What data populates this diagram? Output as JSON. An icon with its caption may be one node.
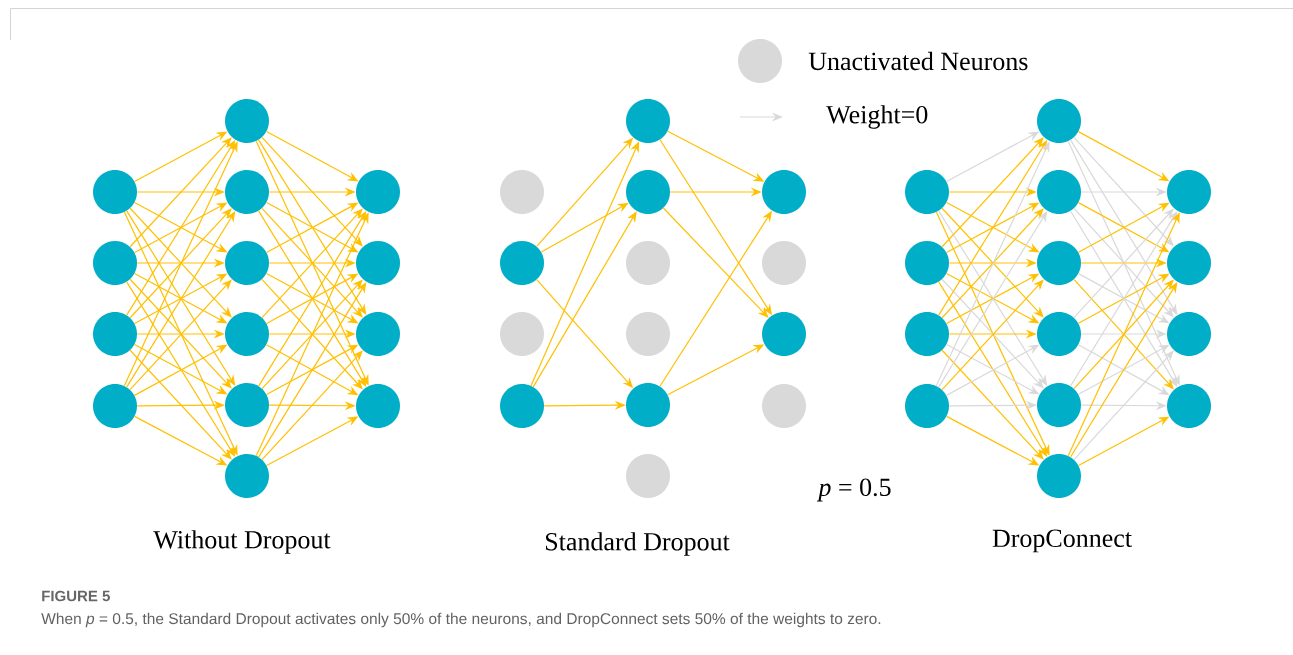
{
  "diagram": {
    "title": "FIGURE 5",
    "caption": "When *p* = 0.5, the Standard Dropout activates only 50% of the neurons, and DropConnect sets 50% of the weights to zero.",
    "nodes": [
      {
        "text": [],
        "shape": "circle"
      },
      {
        "text": [],
        "shape": "circle"
      },
      {
        "text": [],
        "shape": "circle"
      },
      {
        "text": [],
        "shape": "circle"
      },
      {
        "text": [],
        "shape": "circle"
      },
      {
        "text": [],
        "shape": "circle"
      },
      {
        "text": [],
        "shape": "circle"
      },
      {
        "text": [],
        "shape": "circle"
      },
      {
        "text": [],
        "shape": "circle"
      },
      {
        "text": [],
        "shape": "circle"
      },
      {
        "text": [],
        "shape": "circle"
      },
      {
        "text": [],
        "shape": "circle"
      },
      {
        "text": [],
        "shape": "circle"
      },
      {
        "text": [],
        "shape": "circle"
      },
      {
        "text": [],
        "shape": "circle"
      },
      {
        "text": [],
        "shape": "circle"
      },
      {
        "text": [],
        "shape": "circle"
      },
      {
        "text": [],
        "shape": "circle"
      },
      {
        "text": [],
        "shape": "circle"
      },
      {
        "text": [],
        "shape": "circle"
      },
      {
        "text": [],
        "shape": "circle"
      },
      {
        "text": [],
        "shape": "circle"
      },
      {
        "text": [],
        "shape": "circle"
      },
      {
        "text": [],
        "shape": "circle"
      },
      {
        "text": [],
        "shape": "circle"
      },
      {
        "text": [],
        "shape": "circle"
      },
      {
        "text": [],
        "shape": "circle"
      },
      {
        "text": [],
        "shape": "circle"
      },
      {
        "text": [],
        "shape": "circle"
      },
      {
        "text": [],
        "shape": "circle"
      },
      {
        "text": [],
        "shape": "circle"
      },
      {
        "text": [],
        "shape": "circle"
      },
      {
        "text": [],
        "shape": "circle"
      },
      {
        "text": [],
        "shape": "circle"
      },
      {
        "text": [],
        "shape": "circle"
      },
      {
        "text": [],
        "shape": "circle"
      },
      {
        "text": [],
        "shape": "circle"
      },
      {
        "text": [],
        "shape": "circle"
      },
      {
        "text": [],
        "shape": "circle"
      },
      {
        "text": [],
        "shape": "circle"
      },
      {
        "text": [],
        "shape": "circle"
      },
      {
        "text": [],
        "shape": "circle"
      }
    ],
    "edges": [
      {
        "from": 0,
        "to": 4,
        "arrow": "to"
      },
      {
        "from": 0,
        "to": 5,
        "arrow": "to"
      },
      {
        "from": 0,
        "to": 6,
        "arrow": "to"
      },
      {
        "from": 0,
        "to": 7,
        "arrow": "to"
      },
      {
        "from": 0,
        "to": 8,
        "arrow": "to"
      },
      {
        "from": 0,
        "to": 9,
        "arrow": "to"
      },
      {
        "from": 1,
        "to": 4,
        "arrow": "to"
      },
      {
        "from": 1,
        "to": 5,
        "arrow": "to"
      },
      {
        "from": 1,
        "to": 6,
        "arrow": "to"
      },
      {
        "from": 1,
        "to": 7,
        "arrow": "to"
      },
      {
        "from": 1,
        "to": 8,
        "arrow": "to"
      },
      {
        "from": 1,
        "to": 9,
        "arrow": "to"
      },
      {
        "from": 2,
        "to": 4,
        "arrow": "to"
      },
      {
        "from": 2,
        "to": 5,
        "arrow": "to"
      },
      {
        "from": 2,
        "to": 6,
        "arrow": "to"
      },
      {
        "from": 2,
        "to": 7,
        "arrow": "to"
      },
      {
        "from": 2,
        "to": 8,
        "arrow": "to"
      },
      {
        "from": 2,
        "to": 9,
        "arrow": "to"
      },
      {
        "from": 3,
        "to": 4,
        "arrow": "to"
      },
      {
        "from": 3,
        "to": 5,
        "arrow": "to"
      },
      {
        "from": 3,
        "to": 6,
        "arrow": "to"
      },
      {
        "from": 3,
        "to": 7,
        "arrow": "to"
      },
      {
        "from": 3,
        "to": 8,
        "arrow": "to"
      },
      {
        "from": 3,
        "to": 9,
        "arrow": "to"
      },
      {
        "from": 4,
        "to": 10,
        "arrow": "to"
      },
      {
        "from": 4,
        "to": 11,
        "arrow": "to"
      },
      {
        "from": 4,
        "to": 12,
        "arrow": "to"
      },
      {
        "from": 4,
        "to": 13,
        "arrow": "to"
      },
      {
        "from": 5,
        "to": 10,
        "arrow": "to"
      },
      {
        "from": 5,
        "to": 11,
        "arrow": "to"
      },
      {
        "from": 5,
        "to": 12,
        "arrow": "to"
      },
      {
        "from": 5,
        "to": 13,
        "arrow": "to"
      },
      {
        "from": 6,
        "to": 10,
        "arrow": "to"
      },
      {
        "from": 6,
        "to": 11,
        "arrow": "to"
      },
      {
        "from": 6,
        "to": 12,
        "arrow": "to"
      },
      {
        "from": 6,
        "to": 13,
        "arrow": "to"
      },
      {
        "from": 7,
        "to": 10,
        "arrow": "to"
      },
      {
        "from": 7,
        "to": 11,
        "arrow": "to"
      },
      {
        "from": 7,
        "to": 12,
        "arrow": "to"
      },
      {
        "from": 7,
        "to": 13,
        "arrow": "to"
      },
      {
        "from": 8,
        "to": 10,
        "arrow": "to"
      },
      {
        "from": 8,
        "to": 11,
        "arrow": "to"
      },
      {
        "from": 8,
        "to": 12,
        "arrow": "to"
      },
      {
        "from": 8,
        "to": 13,
        "arrow": "to"
      },
      {
        "from": 9,
        "to": 10,
        "arrow": "to"
      },
      {
        "from": 9,
        "to": 11,
        "arrow": "to"
      },
      {
        "from": 9,
        "to": 12,
        "arrow": "to"
      },
      {
        "from": 9,
        "to": 13,
        "arrow": "to"
      },
      {
        "from": 15,
        "to": 18,
        "arrow": "to"
      },
      {
        "from": 15,
        "to": 19,
        "arrow": "to"
      },
      {
        "from": 15,
        "to": 22,
        "arrow": "to"
      },
      {
        "from": 17,
        "to": 18,
        "arrow": "to"
      },
      {
        "from": 17,
        "to": 19,
        "arrow": "to"
      },
      {
        "from": 17,
        "to": 22,
        "arrow": "to"
      },
      {
        "from": 18,
        "to": 24,
        "arrow": "to"
      },
      {
        "from": 18,
        "to": 26,
        "arrow": "to"
      },
      {
        "from": 19,
        "to": 24,
        "arrow": "to"
      },
      {
        "from": 19,
        "to": 26,
        "arrow": "to"
      },
      {
        "from": 22,
        "to": 24,
        "arrow": "to"
      },
      {
        "from": 22,
        "to": 26,
        "arrow": "to"
      },
      {
        "from": 28,
        "to": 32,
        "arrow": "to",
        "color": "#d9d9d9"
      },
      {
        "from": 28,
        "to": 33,
        "arrow": "to"
      },
      {
        "from": 28,
        "to": 34,
        "arrow": "to"
      },
      {
        "from": 28,
        "to": 35,
        "arrow": "to"
      },
      {
        "from": 28,
        "to": 36,
        "arrow": "to",
        "color": "#d9d9d9"
      },
      {
        "from": 28,
        "to": 37,
        "arrow": "to"
      },
      {
        "from": 29,
        "to": 32,
        "arrow": "to"
      },
      {
        "from": 29,
        "to": 33,
        "arrow": "to"
      },
      {
        "from": 29,
        "to": 34,
        "arrow": "to"
      },
      {
        "from": 29,
        "to": 35,
        "arrow": "to"
      },
      {
        "from": 29,
        "to": 36,
        "arrow": "to",
        "color": "#d9d9d9"
      },
      {
        "from": 29,
        "to": 37,
        "arrow": "to"
      },
      {
        "from": 30,
        "to": 32,
        "arrow": "to"
      },
      {
        "from": 30,
        "to": 33,
        "arrow": "to"
      },
      {
        "from": 30,
        "to": 34,
        "arrow": "to"
      },
      {
        "from": 30,
        "to": 35,
        "arrow": "to"
      },
      {
        "from": 30,
        "to": 36,
        "arrow": "to",
        "color": "#d9d9d9"
      },
      {
        "from": 30,
        "to": 37,
        "arrow": "to"
      },
      {
        "from": 31,
        "to": 32,
        "arrow": "to",
        "color": "#d9d9d9"
      },
      {
        "from": 31,
        "to": 33,
        "arrow": "to",
        "color": "#d9d9d9"
      },
      {
        "from": 31,
        "to": 34,
        "arrow": "to"
      },
      {
        "from": 31,
        "to": 35,
        "arrow": "to",
        "color": "#d9d9d9"
      },
      {
        "from": 31,
        "to": 36,
        "arrow": "to",
        "color": "#d9d9d9"
      },
      {
        "from": 31,
        "to": 37,
        "arrow": "to"
      },
      {
        "from": 32,
        "to": 38,
        "arrow": "to"
      },
      {
        "from": 32,
        "to": 39,
        "arrow": "to",
        "color": "#d9d9d9"
      },
      {
        "from": 32,
        "to": 40,
        "arrow": "to",
        "color": "#d9d9d9"
      },
      {
        "from": 32,
        "to": 41,
        "arrow": "to",
        "color": "#d9d9d9"
      },
      {
        "from": 33,
        "to": 38,
        "arrow": "to",
        "color": "#d9d9d9"
      },
      {
        "from": 33,
        "to": 39,
        "arrow": "to"
      },
      {
        "from": 33,
        "to": 40,
        "arrow": "to",
        "color": "#d9d9d9"
      },
      {
        "from": 33,
        "to": 41,
        "arrow": "to",
        "color": "#d9d9d9"
      },
      {
        "from": 34,
        "to": 38,
        "arrow": "to"
      },
      {
        "from": 34,
        "to": 39,
        "arrow": "to"
      },
      {
        "from": 34,
        "to": 40,
        "arrow": "to",
        "color": "#d9d9d9"
      },
      {
        "from": 34,
        "to": 41,
        "arrow": "to"
      },
      {
        "from": 35,
        "to": 38,
        "arrow": "to",
        "color": "#d9d9d9"
      },
      {
        "from": 35,
        "to": 39,
        "arrow": "to"
      },
      {
        "from": 35,
        "to": 40,
        "arrow": "to",
        "color": "#d9d9d9"
      },
      {
        "from": 35,
        "to": 41,
        "arrow": "to",
        "color": "#d9d9d9"
      },
      {
        "from": 36,
        "to": 38,
        "arrow": "to",
        "color": "#d9d9d9"
      },
      {
        "from": 36,
        "to": 39,
        "arrow": "to"
      },
      {
        "from": 36,
        "to": 40,
        "arrow": "to",
        "color": "#d9d9d9"
      },
      {
        "from": 36,
        "to": 41,
        "arrow": "to",
        "color": "#d9d9d9"
      },
      {
        "from": 37,
        "to": 38,
        "arrow": "to"
      },
      {
        "from": 37,
        "to": 39,
        "arrow": "to"
      },
      {
        "from": 37,
        "to": 40,
        "arrow": "to",
        "color": "#d9d9d9"
      },
      {
        "from": 37,
        "to": 41,
        "arrow": "to"
      }
    ],
    "labels": [
      "*p* = 0.5",
      "Without Dropout",
      "Standard Dropout",
      "DropConnect"
    ],
    "legend": [
      {
        "text": "Unactivated Neurons",
        "color": "#d9d9d9"
      },
      {
        "text": "Weight=0"
      }
    ]
  }
}
